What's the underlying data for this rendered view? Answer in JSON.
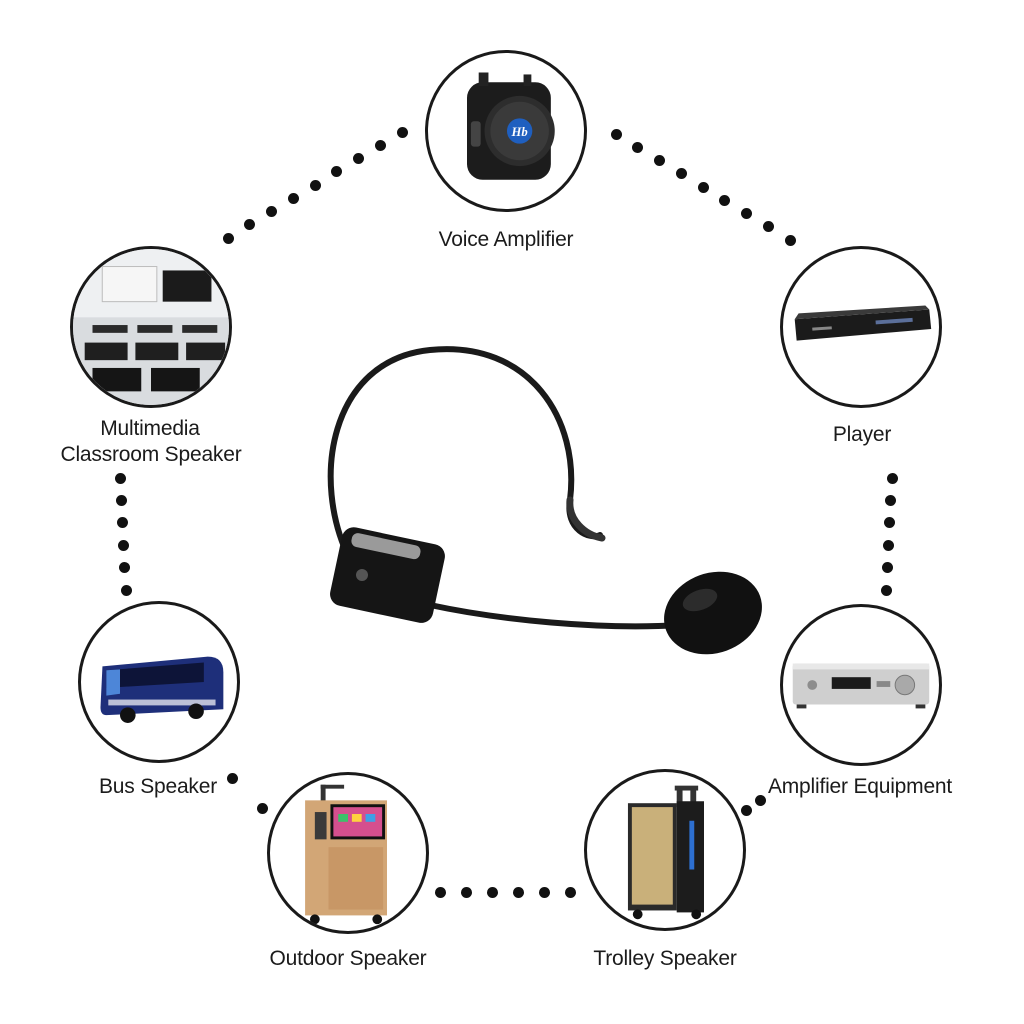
{
  "center_product": {
    "icon": "headset-microphone-icon"
  },
  "applications": [
    {
      "id": "voice-amplifier",
      "label": "Voice Amplifier",
      "icon": "voice-amplifier-icon",
      "brand_mark": "Hb"
    },
    {
      "id": "player",
      "label": "Player",
      "icon": "dvd-player-icon"
    },
    {
      "id": "amplifier-equipment",
      "label": "Amplifier Equipment",
      "icon": "amplifier-icon"
    },
    {
      "id": "trolley-speaker",
      "label": "Trolley Speaker",
      "icon": "trolley-speaker-icon"
    },
    {
      "id": "outdoor-speaker",
      "label": "Outdoor Speaker",
      "icon": "outdoor-speaker-icon"
    },
    {
      "id": "bus-speaker",
      "label": "Bus Speaker",
      "icon": "bus-icon"
    },
    {
      "id": "classroom",
      "label_line1": "Multimedia",
      "label_line2": "Classroom Speaker",
      "icon": "classroom-icon"
    }
  ],
  "colors": {
    "outline": "#1a1a1a",
    "dots": "#111111",
    "text": "#1b1b1b",
    "brand_blue": "#1f5fbf"
  }
}
